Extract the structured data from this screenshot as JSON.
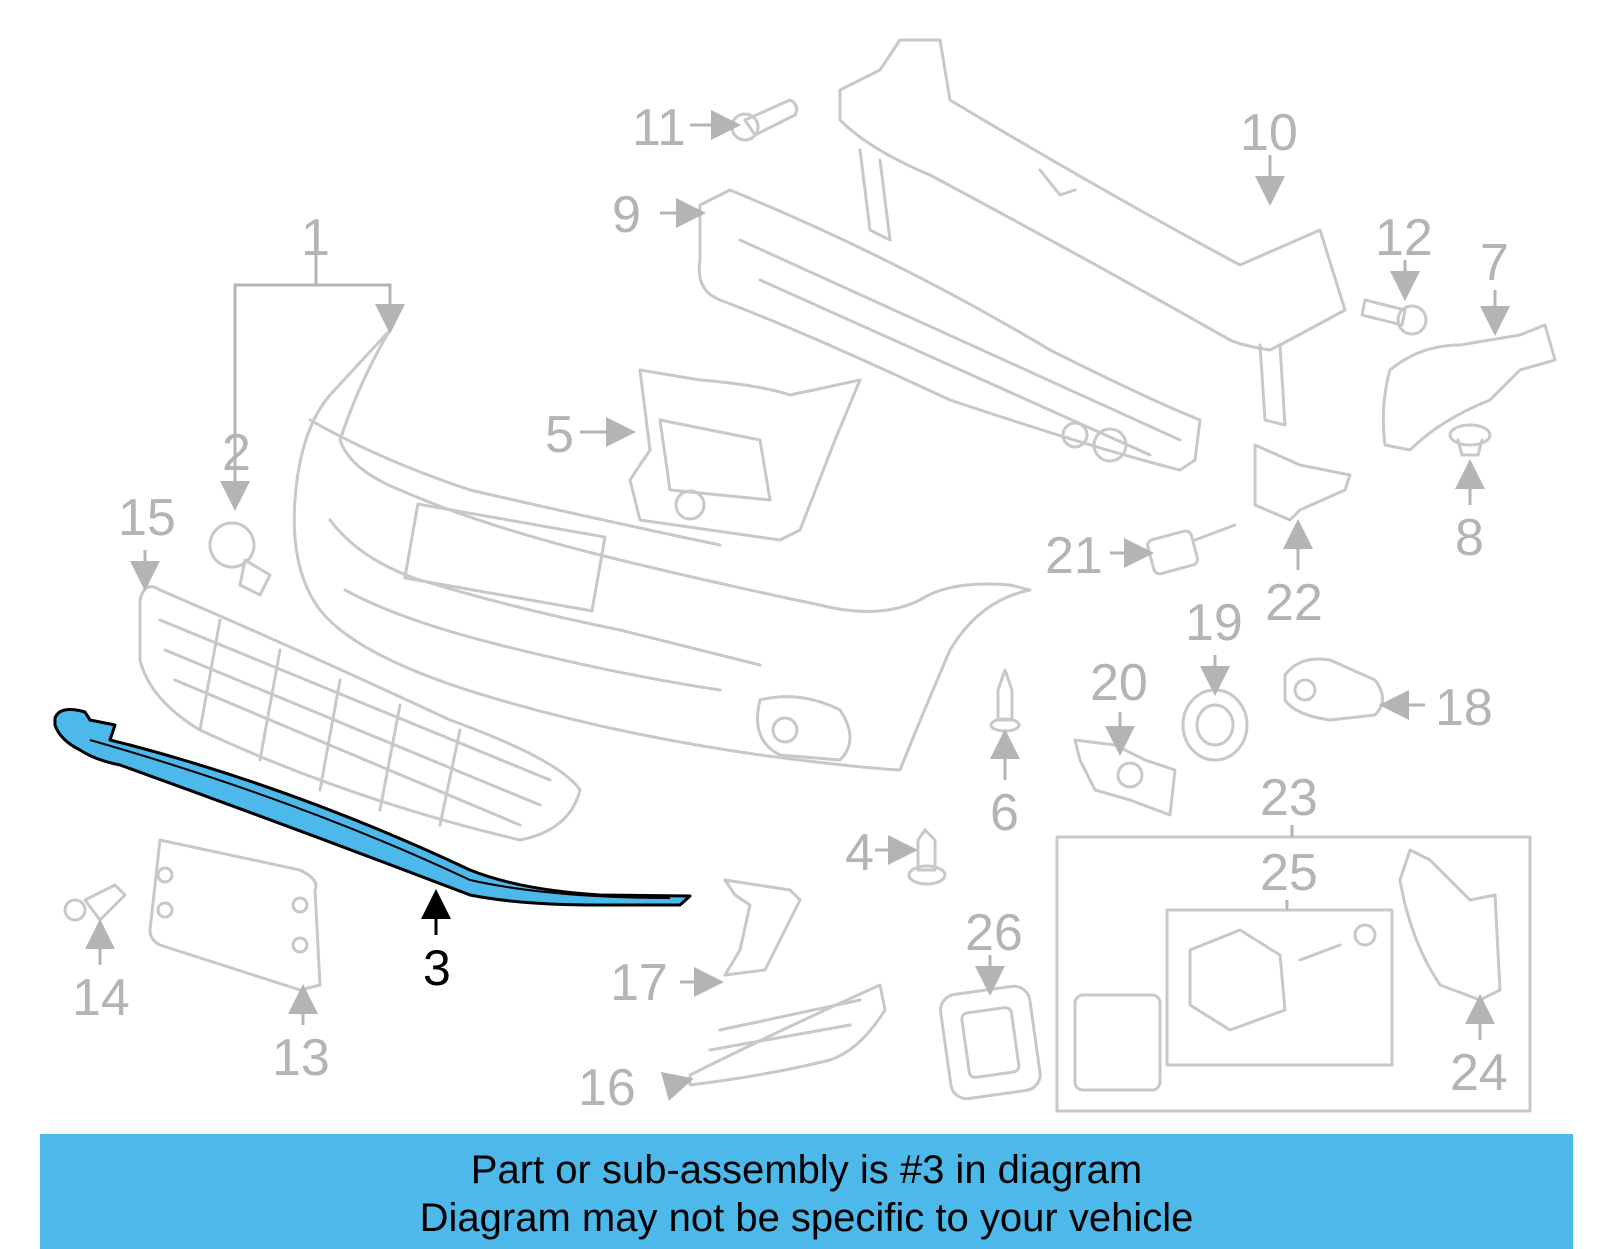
{
  "diagram": {
    "highlighted_part": "3",
    "callouts": [
      "1",
      "2",
      "3",
      "4",
      "5",
      "6",
      "7",
      "8",
      "9",
      "10",
      "11",
      "12",
      "13",
      "14",
      "15",
      "16",
      "17",
      "18",
      "19",
      "20",
      "21",
      "22",
      "23",
      "24",
      "25",
      "26"
    ]
  },
  "banner": {
    "line1": "Part or sub-assembly is #3 in diagram",
    "line2": "Diagram may not be specific to your vehicle"
  },
  "colors": {
    "highlight": "#4db8ea",
    "banner_bg": "#4db8ea",
    "part_stroke": "#c8c8c8",
    "label_gray": "#b4b4b4"
  }
}
